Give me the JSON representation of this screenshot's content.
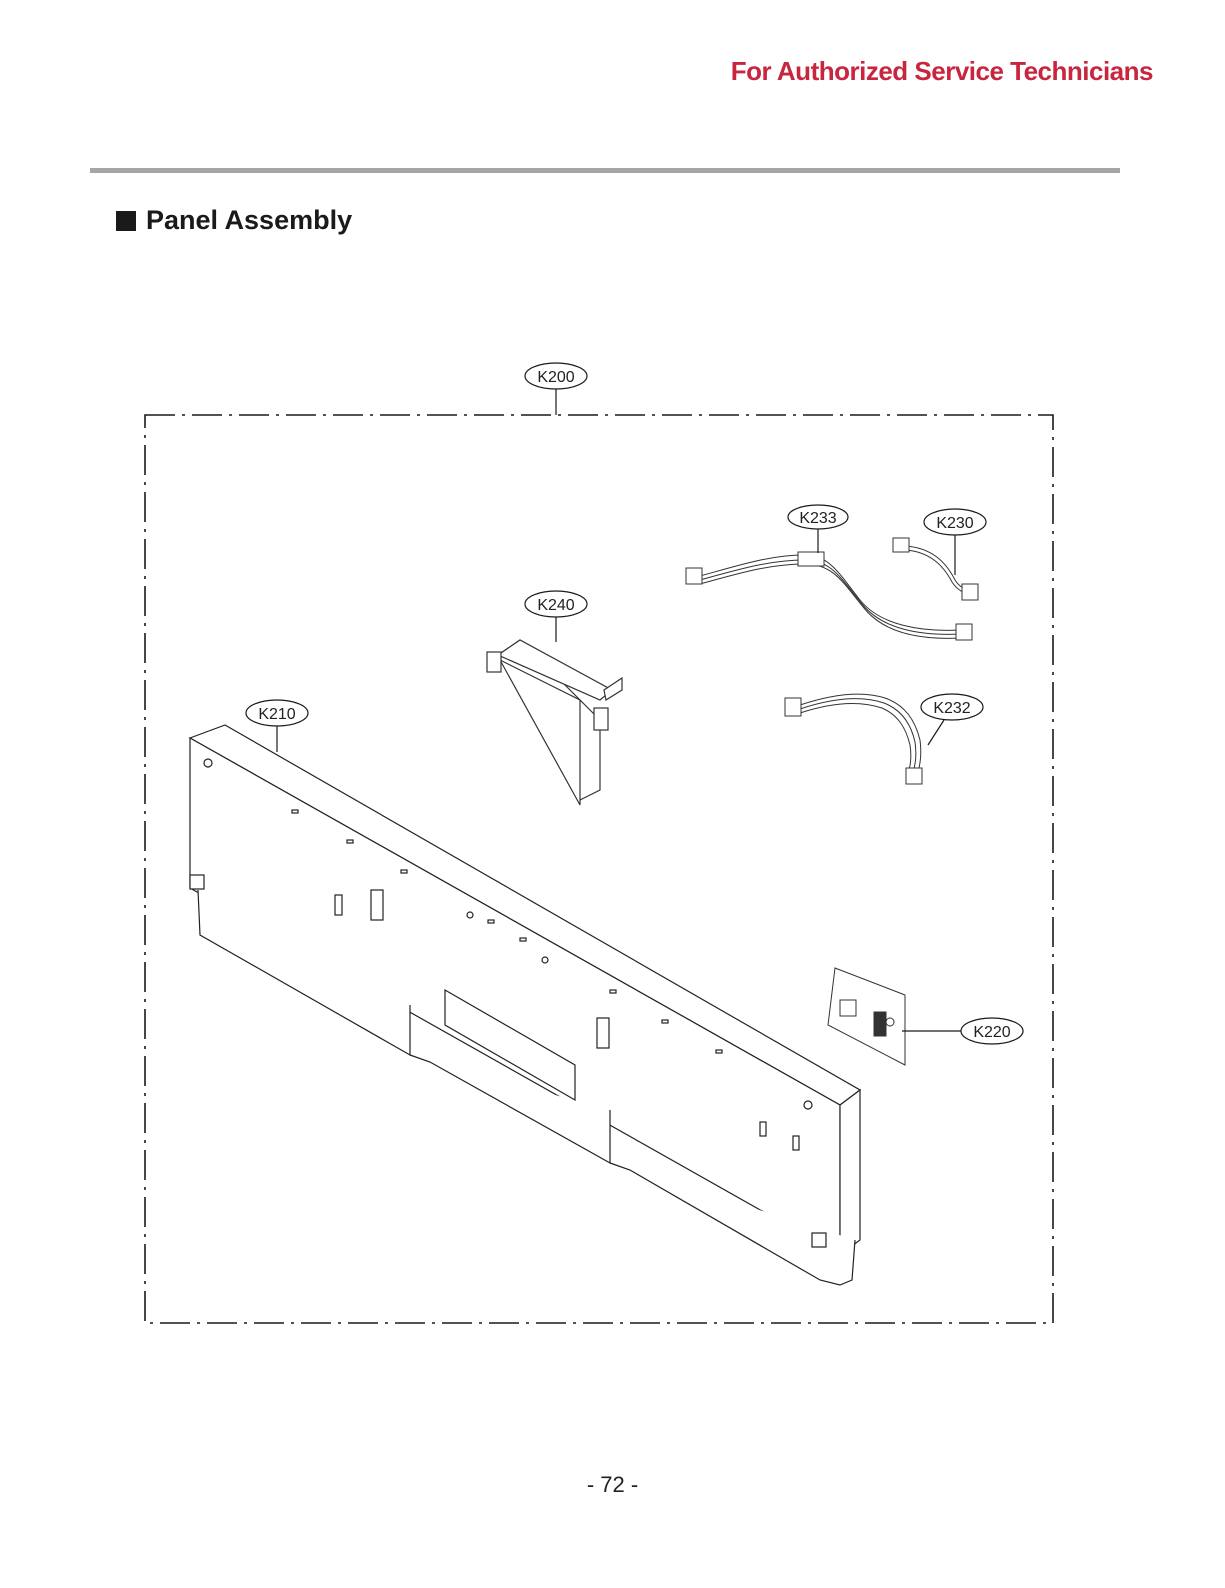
{
  "header": {
    "note": "For Authorized Service Technicians"
  },
  "section": {
    "title": "Panel Assembly"
  },
  "diagram": {
    "callouts": {
      "k200": "K200",
      "k233": "K233",
      "k230": "K230",
      "k240": "K240",
      "k232": "K232",
      "k210": "K210",
      "k220": "K220"
    }
  },
  "footer": {
    "page": "- 72 -"
  },
  "colors": {
    "accent": "#c8253f",
    "rule": "#a6a6a6",
    "line": "#1a1a1a"
  }
}
